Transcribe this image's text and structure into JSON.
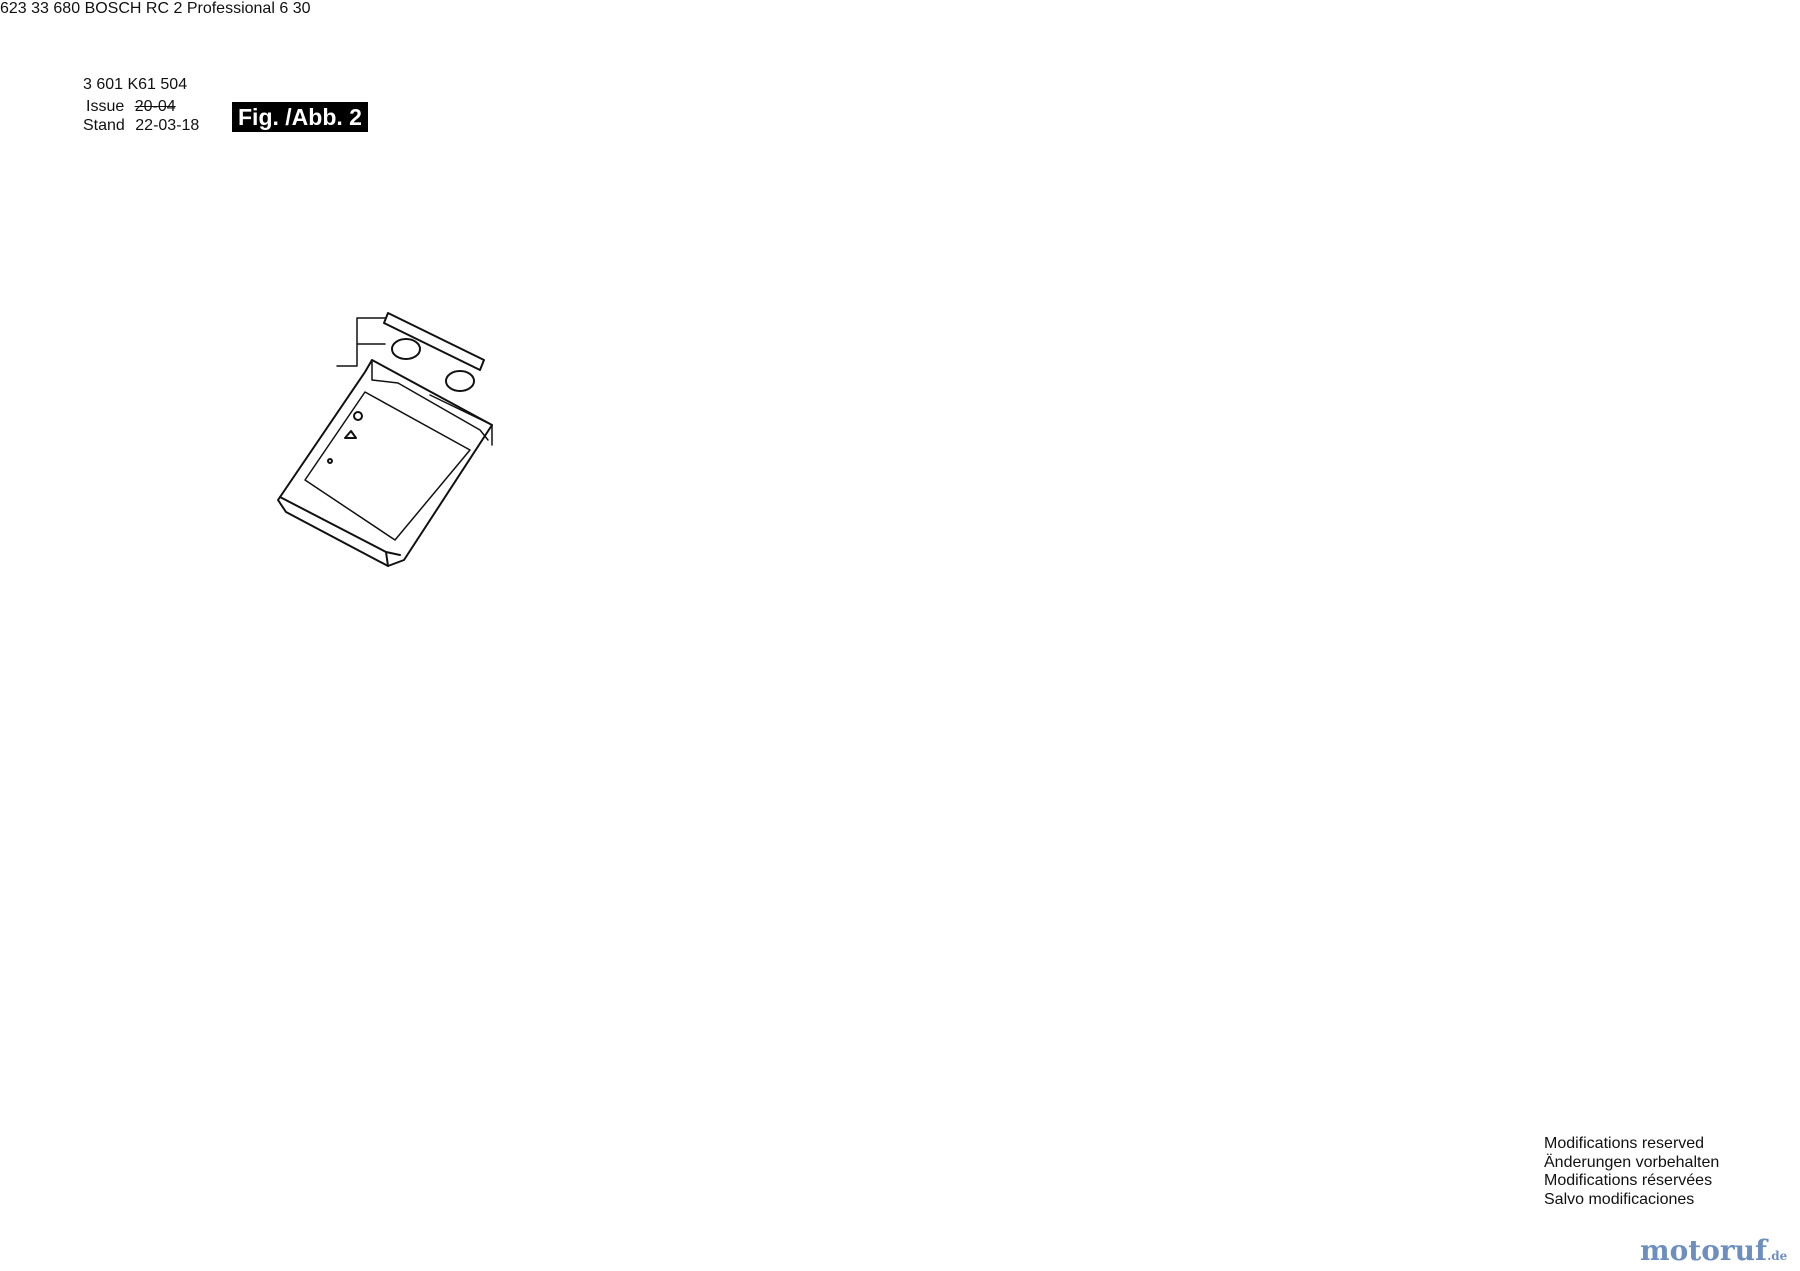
{
  "header": {
    "doc_number": "3 601 K61 504",
    "issue_label": "Issue",
    "issue_value": "20-04",
    "stand_label": "Stand",
    "stand_value": "22-03-18",
    "figure_label": "Fig. /Abb. 2"
  },
  "callouts": {
    "remote_holder": "623",
    "charger": "33",
    "remote_control": "680",
    "battery_box": "6",
    "battery_pack": "30"
  },
  "remote_text": {
    "brand": "BOSCH",
    "model": "RC 2",
    "line": "Professional"
  },
  "notes": [
    "Modifications reserved",
    "Änderungen vorbehalten",
    "Modifications réservées",
    "Salvo modificaciones"
  ],
  "watermark": {
    "name": "motoruf",
    "tld": ".de"
  }
}
